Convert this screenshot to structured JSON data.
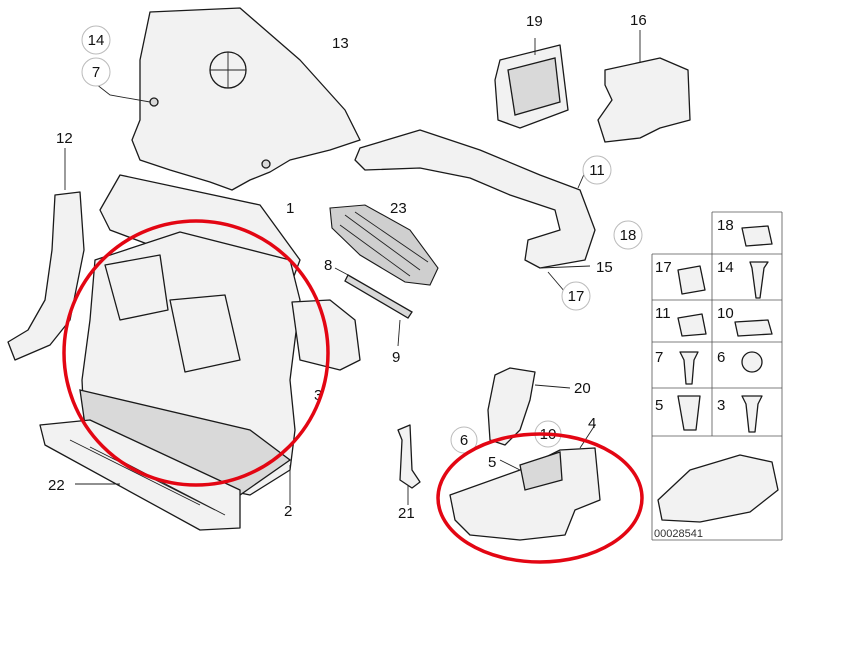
{
  "diagram": {
    "callouts": {
      "c1": "1",
      "c2": "2",
      "c3": "3",
      "c4": "4",
      "c5": "5",
      "c6": "6",
      "c7": "7",
      "c8": "8",
      "c9": "9",
      "c10": "10",
      "c11": "11",
      "c12": "12",
      "c13": "13",
      "c14": "14",
      "c15": "15",
      "c16": "16",
      "c17": "17",
      "c18": "18",
      "c19": "19",
      "c20": "20",
      "c21": "21",
      "c22": "22",
      "c23": "23",
      "c5b": "5",
      "c6b": "6",
      "c10b": "10",
      "c17b": "17"
    },
    "legend": {
      "r1": [
        "18"
      ],
      "r2": [
        "17",
        "14"
      ],
      "r3": [
        "11",
        "10"
      ],
      "r4": [
        "7",
        "6"
      ],
      "r5": [
        "5",
        "3"
      ],
      "code": "00028541"
    },
    "highlight_color": "#e30613"
  }
}
